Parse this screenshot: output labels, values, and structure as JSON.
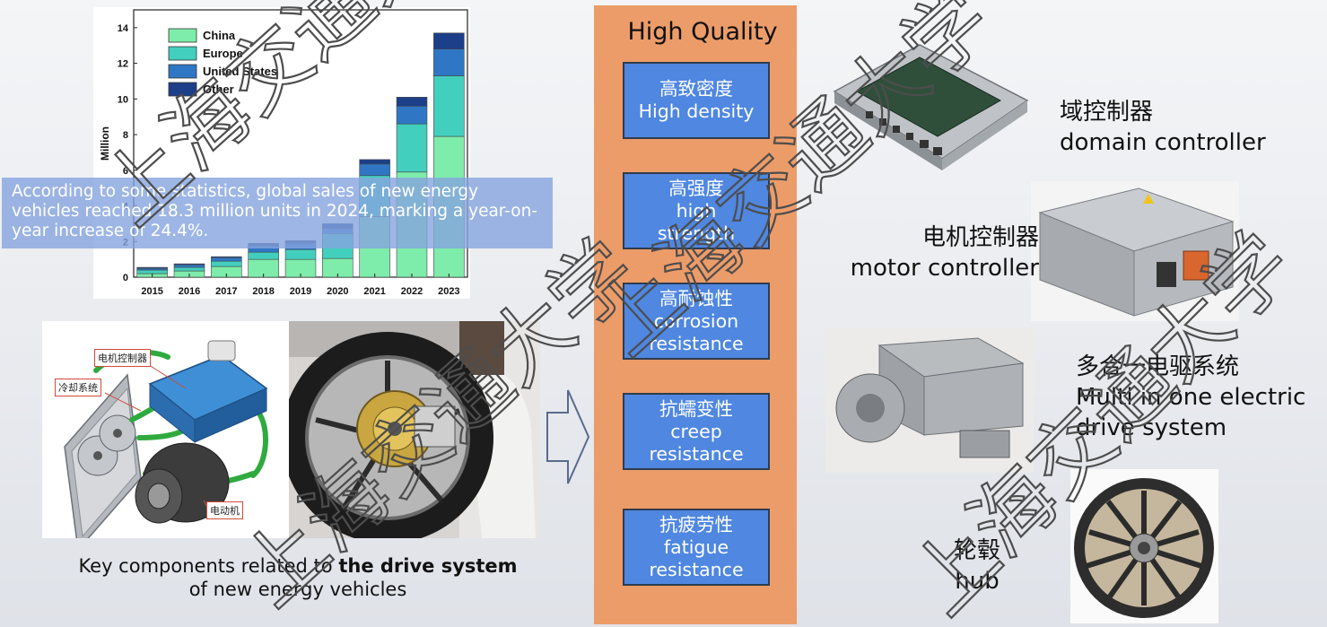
{
  "chart": {
    "ylabel": "Million",
    "legend": [
      "China",
      "Europe",
      "United States",
      "Other"
    ]
  },
  "chart_data": {
    "type": "bar",
    "stacked": true,
    "categories": [
      "2015",
      "2016",
      "2017",
      "2018",
      "2019",
      "2020",
      "2021",
      "2022",
      "2023"
    ],
    "series": [
      {
        "name": "China",
        "color": "#7eecaa",
        "values": [
          0.2,
          0.35,
          0.6,
          1.0,
          1.0,
          1.05,
          3.4,
          5.9,
          7.9
        ]
      },
      {
        "name": "Europe",
        "color": "#43cfbe",
        "values": [
          0.2,
          0.2,
          0.3,
          0.4,
          0.55,
          1.4,
          2.3,
          2.7,
          3.4
        ]
      },
      {
        "name": "United States",
        "color": "#2f77c4",
        "values": [
          0.1,
          0.15,
          0.2,
          0.35,
          0.35,
          0.3,
          0.65,
          1.0,
          1.5
        ]
      },
      {
        "name": "Other",
        "color": "#1d3f8a",
        "values": [
          0.05,
          0.05,
          0.05,
          0.15,
          0.15,
          0.25,
          0.25,
          0.5,
          0.9
        ]
      }
    ],
    "ylabel": "Million",
    "ylim": [
      0,
      15
    ],
    "yticks": [
      0,
      2,
      4,
      6,
      8,
      10,
      12,
      14
    ],
    "legend_position": "top-left"
  },
  "stats": {
    "text": "According to some statistics, global sales of new energy vehicles reached 18.3 million units in 2024, marking a year-on-year increase of 24.4%."
  },
  "diagram": {
    "tags": [
      "电机控制器",
      "冷却系统",
      "电动机"
    ]
  },
  "caption": {
    "part1": "Key components related to ",
    "bold": "the drive system",
    "line2": "of new energy vehicles"
  },
  "quality": {
    "title": "High Quality",
    "items": [
      {
        "zh": "高致密度",
        "en": [
          "High density"
        ]
      },
      {
        "zh": "高强度",
        "en": [
          "high",
          "strength"
        ]
      },
      {
        "zh": "高耐蚀性",
        "en": [
          "corrosion",
          "resistance"
        ]
      },
      {
        "zh": "抗蠕变性",
        "en": [
          "creep",
          "resistance"
        ]
      },
      {
        "zh": "抗疲劳性",
        "en": [
          "fatigue",
          "resistance"
        ]
      }
    ]
  },
  "products": {
    "domain_zh": "域控制器",
    "domain_en": "domain controller",
    "motor_zh": "电机控制器",
    "motor_en": "motor controller",
    "multi_zh": "多合一电驱系统",
    "multi_en1": "Multi in one electric",
    "multi_en2": "drive system",
    "hub_zh": "轮毂",
    "hub_en": "hub"
  },
  "watermark": {
    "text1": "上海交通大学",
    "text2": "上海交通大学",
    "text3": "上海交通大学",
    "text4": "上海交通大学"
  }
}
